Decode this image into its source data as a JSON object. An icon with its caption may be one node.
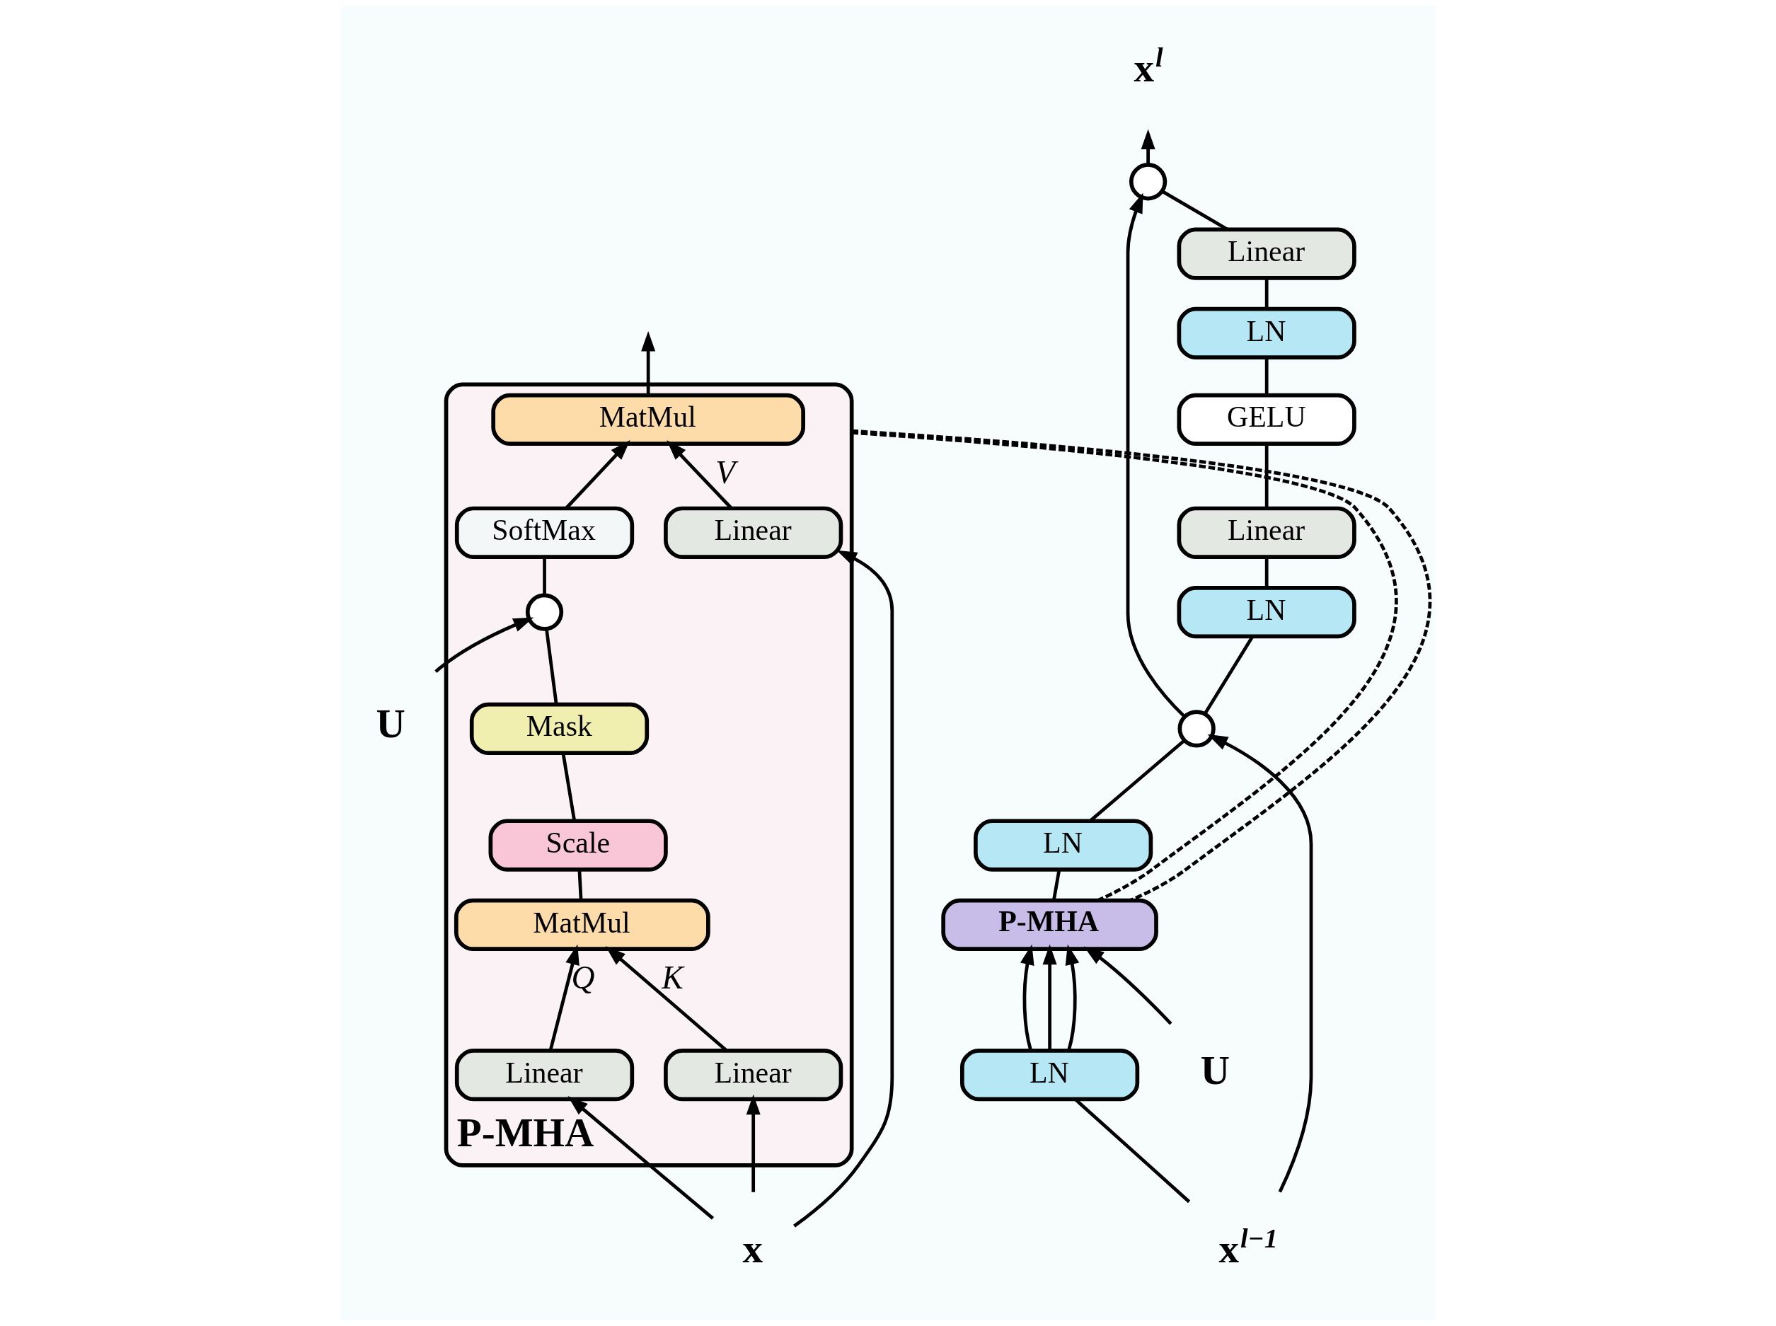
{
  "diagram": {
    "nodes": [
      {
        "text": [
          "P-MHA"
        ]
      },
      {
        "text": [
          "MatMul"
        ],
        "in": 0
      },
      {
        "text": [
          "SoftMax"
        ],
        "in": 0
      },
      {
        "text": [],
        "shape": "circle",
        "in": 0
      },
      {
        "text": [
          "Mask"
        ],
        "in": 0
      },
      {
        "text": [
          "Scale"
        ],
        "in": 0
      },
      {
        "text": [
          "MatMul"
        ],
        "in": 0
      },
      {
        "text": [
          "Linear"
        ],
        "in": 0
      },
      {
        "text": [
          "Linear"
        ],
        "in": 0
      },
      {
        "text": [
          "Linear"
        ],
        "in": 0
      },
      {
        "text": [
          "U"
        ]
      },
      {
        "text": [
          "x"
        ]
      },
      {
        "text": [
          "x$^{l}$"
        ]
      },
      {
        "text": [],
        "shape": "circle"
      },
      {
        "text": [
          "Linear"
        ]
      },
      {
        "text": [
          "LN"
        ]
      },
      {
        "text": [
          "GELU"
        ]
      },
      {
        "text": [
          "Linear"
        ]
      },
      {
        "text": [
          "LN"
        ]
      },
      {
        "text": [],
        "shape": "circle"
      },
      {
        "text": [
          "LN"
        ]
      },
      {
        "text": [
          "P-MHA"
        ]
      },
      {
        "text": [
          "LN"
        ]
      },
      {
        "text": [
          "U"
        ]
      },
      {
        "text": [
          "x$^{l−1}$"
        ]
      }
    ],
    "edges": [
      {
        "from": 1,
        "to": null,
        "arrow": "to"
      },
      {
        "from": 2,
        "to": 1,
        "arrow": "to"
      },
      {
        "from": 3,
        "to": 2,
        "arrow": "none"
      },
      {
        "from": 10,
        "to": 3,
        "arrow": "to"
      },
      {
        "from": 4,
        "to": 3,
        "arrow": "none"
      },
      {
        "from": 5,
        "to": 4,
        "arrow": "none"
      },
      {
        "from": 6,
        "to": 5,
        "arrow": "none"
      },
      {
        "from": 7,
        "to": 6,
        "arrow": "to",
        "label": "Q"
      },
      {
        "from": 8,
        "to": 6,
        "arrow": "to",
        "label": "K"
      },
      {
        "from": 9,
        "to": 1,
        "arrow": "to",
        "label": "V"
      },
      {
        "from": 11,
        "to": 7,
        "arrow": "to"
      },
      {
        "from": 11,
        "to": 8,
        "arrow": "to"
      },
      {
        "from": 11,
        "to": 9,
        "arrow": "to"
      },
      {
        "from": 24,
        "to": 22,
        "arrow": "none"
      },
      {
        "from": 24,
        "to": 19,
        "arrow": "to"
      },
      {
        "from": 22,
        "to": 21,
        "arrow": "to"
      },
      {
        "from": 22,
        "to": 21,
        "arrow": "to"
      },
      {
        "from": 22,
        "to": 21,
        "arrow": "to"
      },
      {
        "from": 23,
        "to": 21,
        "arrow": "to"
      },
      {
        "from": 21,
        "to": 20,
        "arrow": "none"
      },
      {
        "from": 20,
        "to": 19,
        "arrow": "none"
      },
      {
        "from": 19,
        "to": 18,
        "arrow": "none"
      },
      {
        "from": 19,
        "to": 13,
        "arrow": "to"
      },
      {
        "from": 18,
        "to": 17,
        "arrow": "none"
      },
      {
        "from": 17,
        "to": 16,
        "arrow": "none"
      },
      {
        "from": 16,
        "to": 15,
        "arrow": "none"
      },
      {
        "from": 15,
        "to": 14,
        "arrow": "none"
      },
      {
        "from": 14,
        "to": 13,
        "arrow": "none"
      },
      {
        "from": 13,
        "to": 12,
        "arrow": "to"
      },
      {
        "from": 0,
        "to": 21,
        "arrow": "none",
        "style": "dashed"
      },
      {
        "from": 0,
        "to": 21,
        "arrow": "none",
        "style": "dashed"
      }
    ]
  }
}
